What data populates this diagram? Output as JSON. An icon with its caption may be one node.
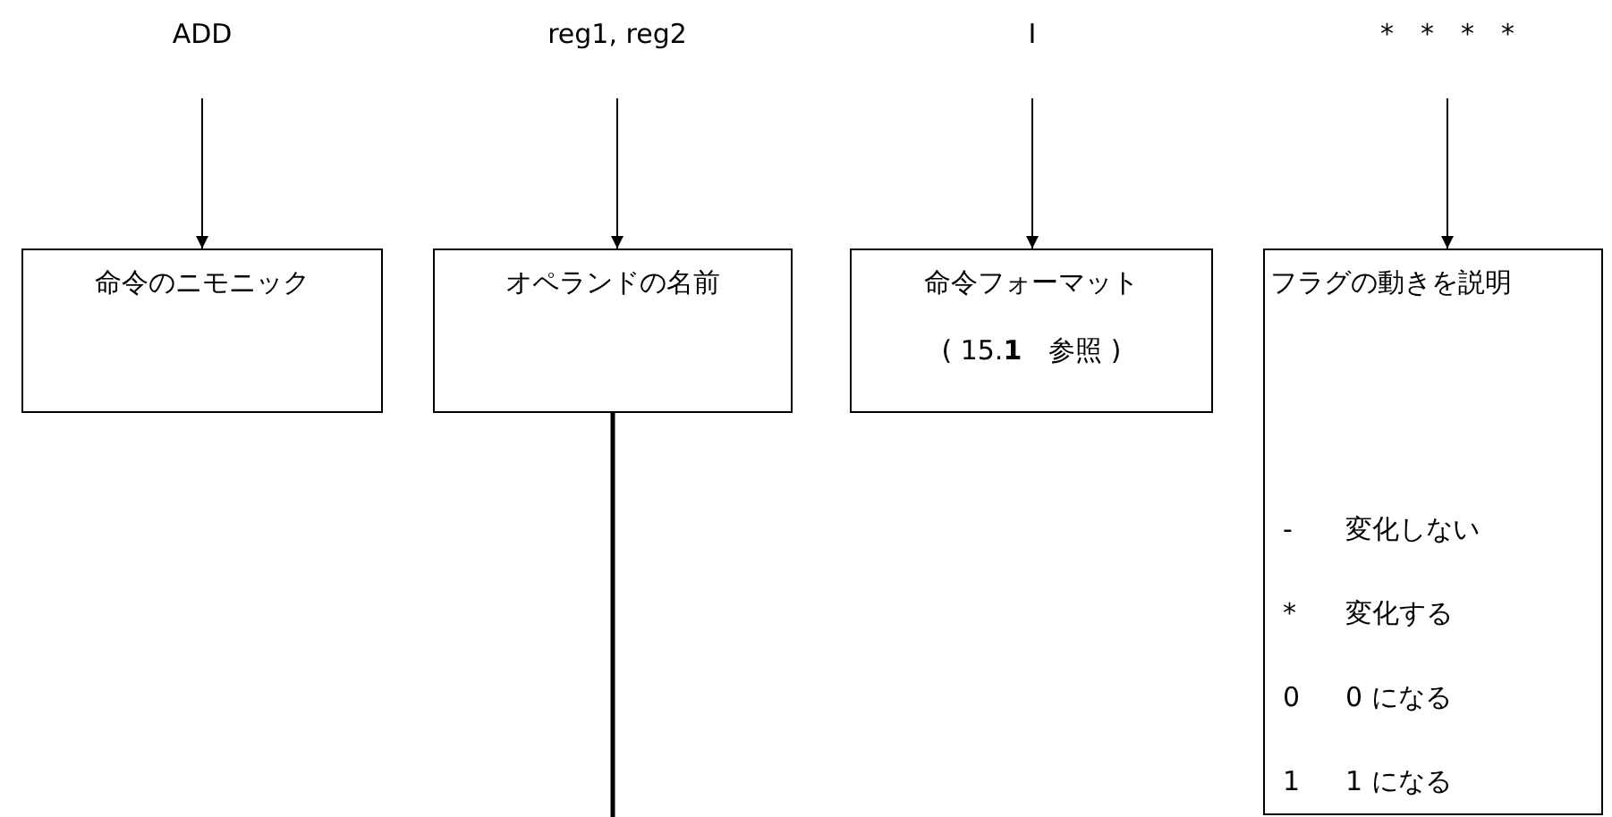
{
  "diagram": {
    "nodes": [
      {
        "text": [
          "ADD"
        ]
      },
      {
        "text": [
          "reg1, reg2"
        ]
      },
      {
        "text": [
          "I"
        ]
      },
      {
        "text": [
          "*　*　*　*"
        ]
      },
      {
        "text": [
          "命令のニモニック"
        ]
      },
      {
        "text": [
          "オペランドの名前"
        ]
      },
      {
        "text": [
          "命令フォーマット",
          "( 15.**1**　参照 )"
        ]
      },
      {
        "text": [
          "フラグの動きを説明",
          "-",
          "変化しない",
          "*",
          "変化する",
          "0",
          "0 になる",
          "1",
          "1 になる"
        ]
      }
    ],
    "edges": [
      {
        "from": 0,
        "to": 4,
        "arrow": "to"
      },
      {
        "from": 1,
        "to": 5,
        "arrow": "to"
      },
      {
        "from": 2,
        "to": 6,
        "arrow": "to"
      },
      {
        "from": 3,
        "to": 7,
        "arrow": "to"
      },
      {
        "from": 5,
        "to": null,
        "arrow": "none",
        "style": "thick"
      }
    ]
  }
}
